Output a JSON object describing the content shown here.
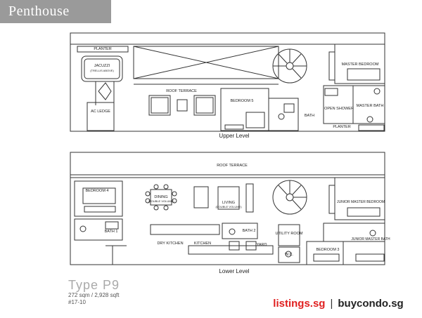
{
  "header": {
    "title": "Penthouse"
  },
  "upper_level": {
    "caption": "Upper Level",
    "rooms": {
      "planter_top": "PLANTER",
      "jacuzzi": "JACUZZI",
      "trellis": "(TRELLIS ABOVE)",
      "roof_terrace": "ROOF TERRACE",
      "ac_ledge": "AC LEDGE",
      "bedroom5": "BEDROOM 5",
      "bath": "BATH",
      "open_shower": "OPEN SHOWER",
      "master_bedroom": "MASTER BEDROOM",
      "master_bath": "MASTER BATH",
      "planter_right": "PLANTER"
    }
  },
  "lower_level": {
    "caption": "Lower Level",
    "rooms": {
      "roof_terrace": "ROOF TERRACE",
      "bedroom4": "BEDROOM 4",
      "dining": "DINING",
      "dining_sub": "(DOUBLE VOLUME)",
      "living": "LIVING",
      "living_sub": "(DOUBLE VOLUME)",
      "bath1": "BATH 1",
      "dry_kitchen": "DRY KITCHEN",
      "kitchen": "KITCHEN",
      "bath2": "BATH 2",
      "yard": "YARD",
      "utility_room": "UTILITY ROOM",
      "wc": "W.C.",
      "bedroom3": "BEDROOM 3",
      "junior_master_bedroom": "JUNIOR MASTER BEDROOM",
      "junior_master_bath": "JUNIOR MASTER BATH"
    }
  },
  "unit": {
    "type": "Type P9",
    "area": "272 sqm / 2,928 sqft",
    "unit_no": "#17-10"
  },
  "footer": {
    "site1": "listings.sg",
    "separator": "|",
    "site2": "buycondo.sg"
  }
}
